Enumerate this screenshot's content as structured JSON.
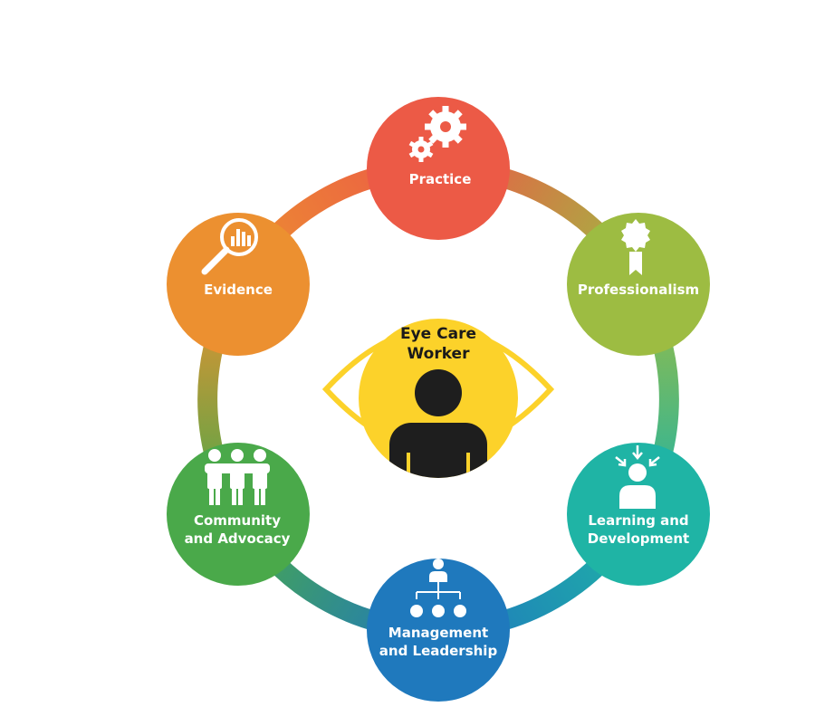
{
  "center": {
    "label_line1": "Eye Care",
    "label_line2": "Worker",
    "color": "#fcd22a"
  },
  "nodes": [
    {
      "id": "practice",
      "lines": [
        "Practice"
      ],
      "color": "#ec5a46",
      "icon": "gears-icon"
    },
    {
      "id": "professionalism",
      "lines": [
        "Professionalism"
      ],
      "color": "#9dbc42",
      "icon": "award-ribbon-icon"
    },
    {
      "id": "learning-development",
      "lines": [
        "Learning and",
        "Development"
      ],
      "color": "#1fb4a5",
      "icon": "person-focus-icon"
    },
    {
      "id": "management-leadership",
      "lines": [
        "Management",
        "and Leadership"
      ],
      "color": "#1f79bd",
      "icon": "org-chart-icon"
    },
    {
      "id": "community-advocacy",
      "lines": [
        "Community",
        "and Advocacy"
      ],
      "color": "#4aa94a",
      "icon": "group-people-icon"
    },
    {
      "id": "evidence",
      "lines": [
        "Evidence"
      ],
      "color": "#ec9030",
      "icon": "magnifier-chart-icon"
    }
  ]
}
